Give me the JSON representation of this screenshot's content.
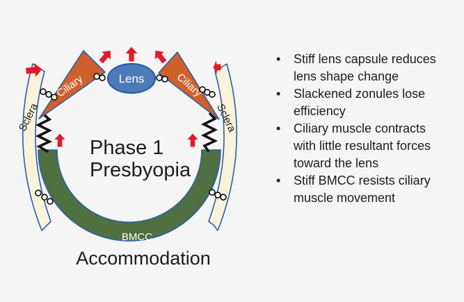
{
  "diagram": {
    "lens_label": "Lens",
    "ciliary_left_label": "Ciliary",
    "ciliary_right_label": "Ciliary",
    "sclera_left_label": "Sclera",
    "sclera_right_label": "Sclera",
    "bmcc_label": "BMCC",
    "phase_line1": "Phase 1",
    "phase_line2": "Presbyopia",
    "caption": "Accommodation",
    "colors": {
      "lens_fill": "#4d7ab8",
      "ciliary_fill": "#d0602b",
      "sclera_fill": "#f8f3da",
      "bmcc_fill": "#4f7040",
      "outline": "#2e5ca8",
      "arrow": "#e01b2b",
      "spring": "#111111",
      "chain_fill": "#fdfdfd",
      "text_dark": "#1c1c1c",
      "text_light": "#ffffff"
    }
  },
  "notes": {
    "bullet_char": "•",
    "items": [
      "Stiff lens capsule reduces lens shape change",
      "Slackened zonules lose efficiency",
      "Ciliary muscle contracts with little resultant forces toward the lens",
      "Stiff BMCC resists ciliary muscle movement"
    ]
  }
}
